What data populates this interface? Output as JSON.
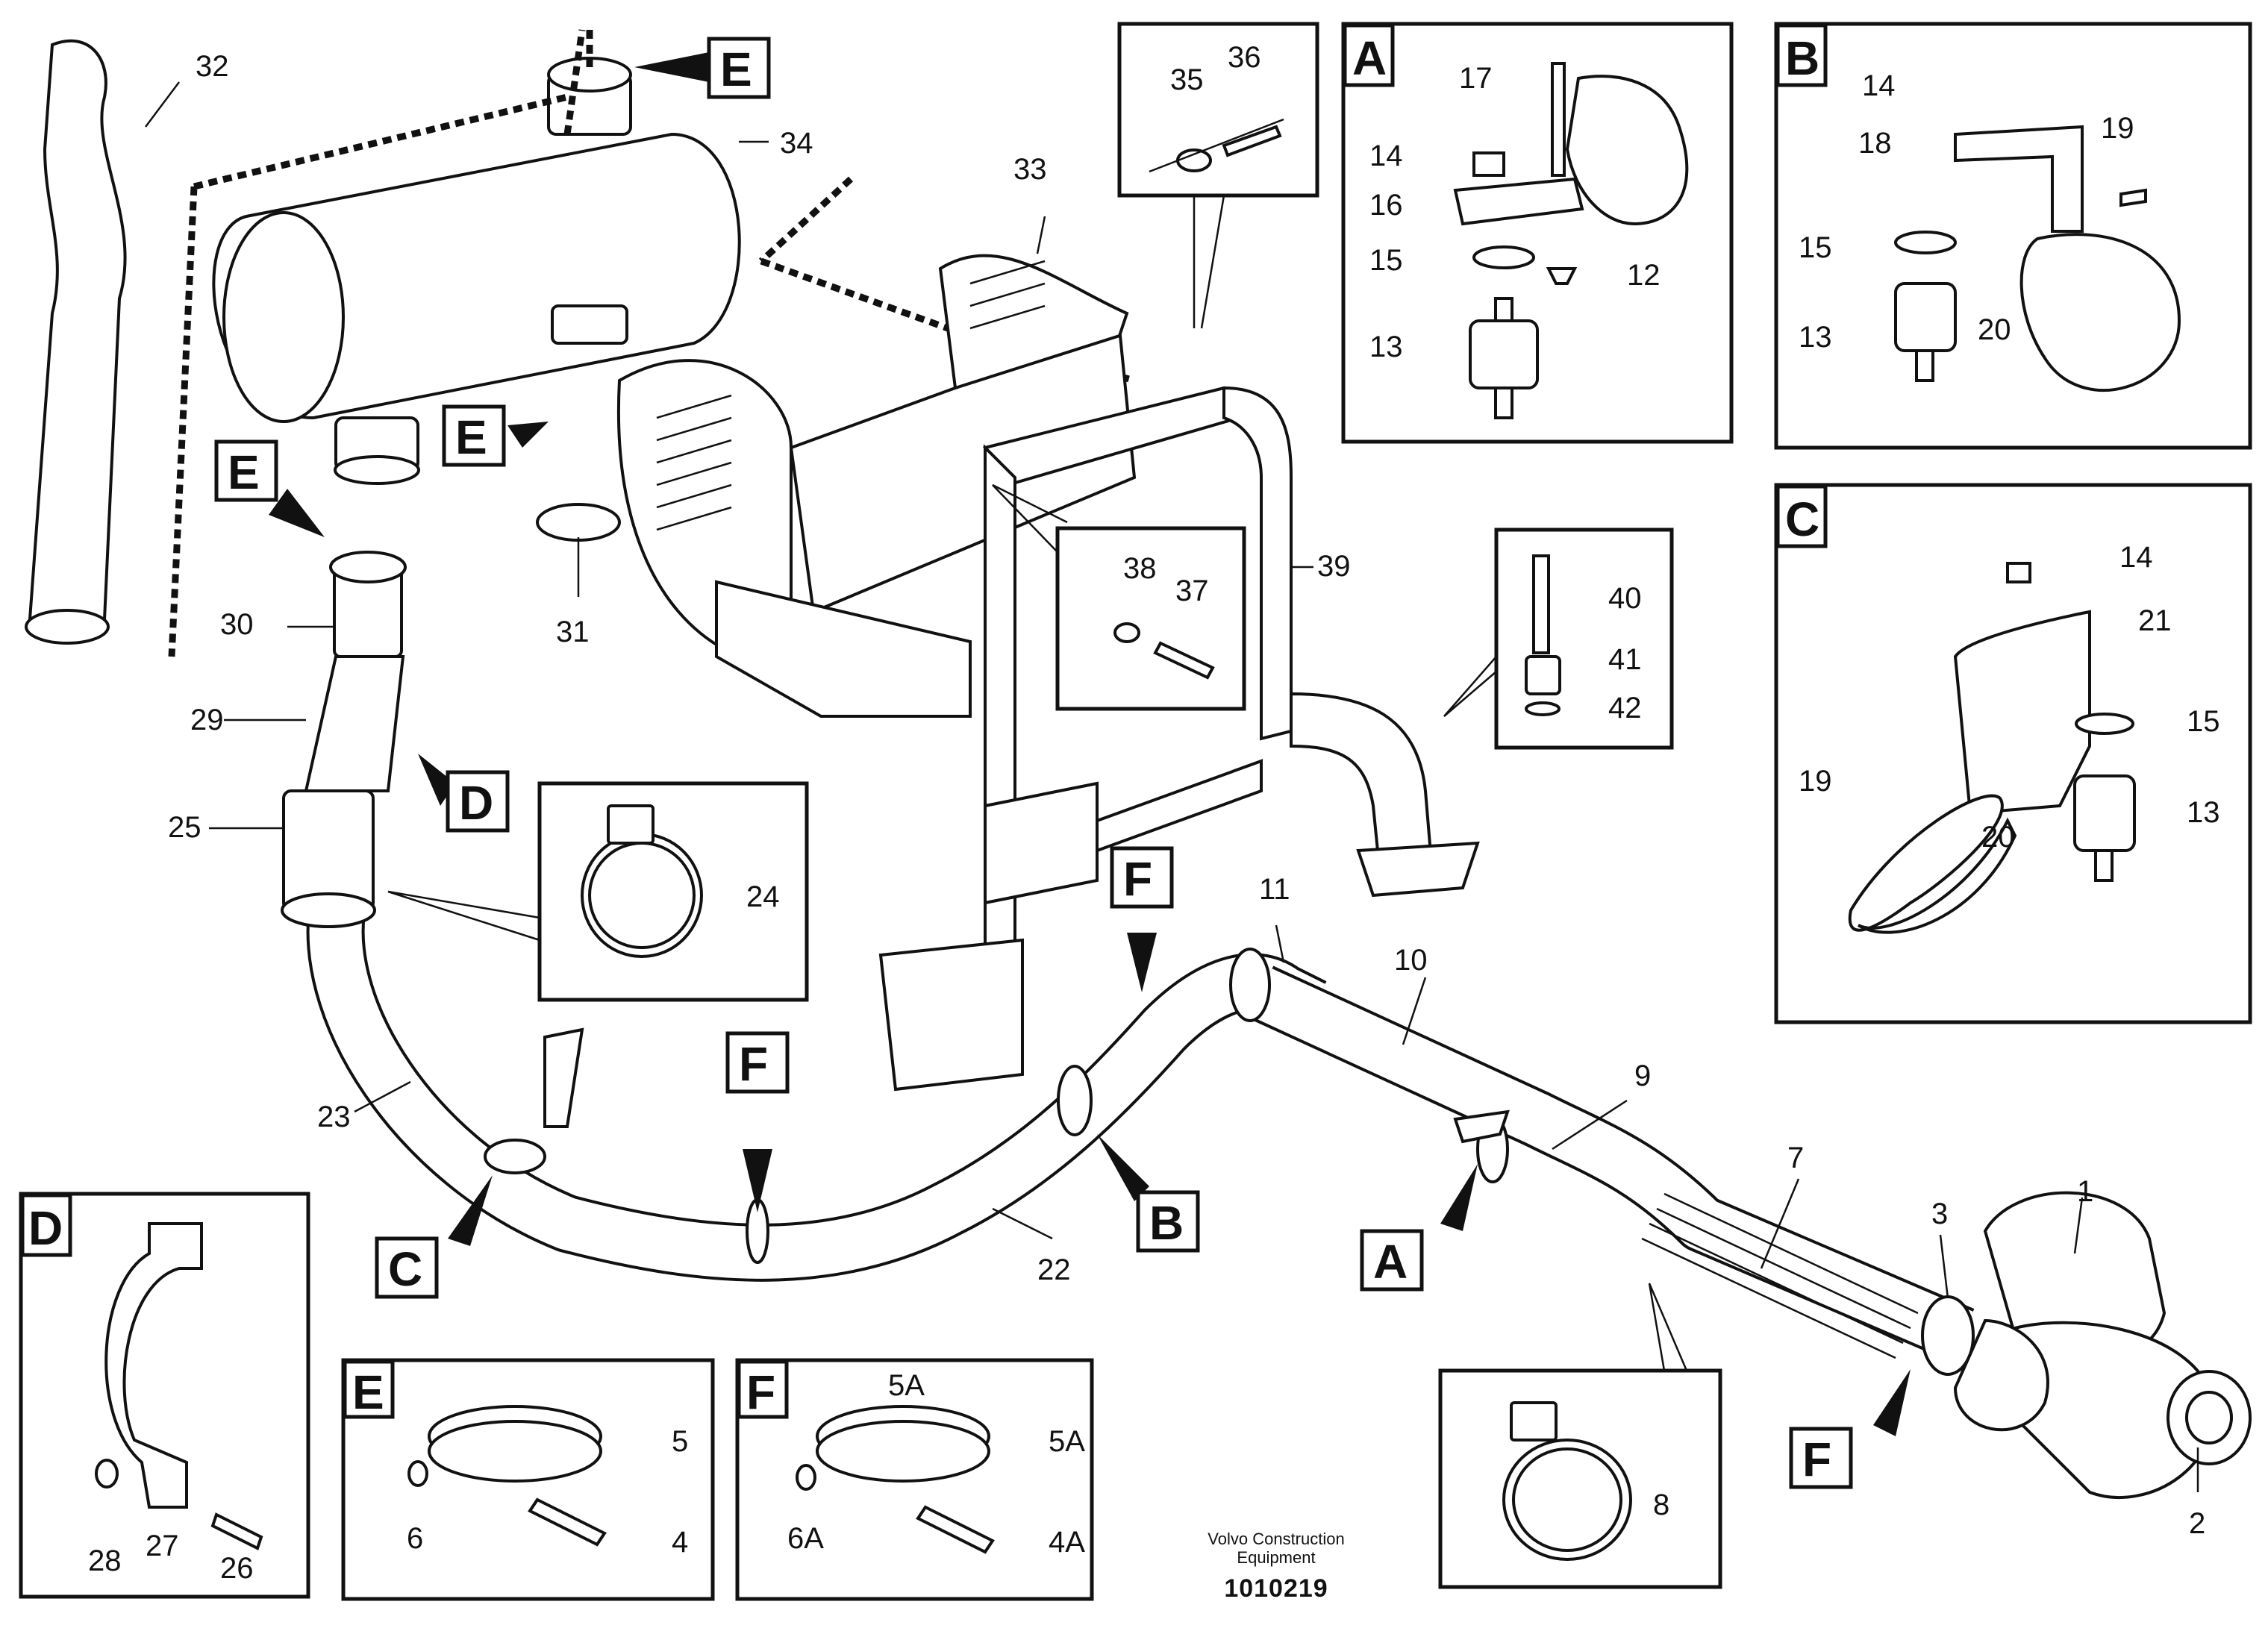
{
  "callouts": {
    "c1": "1",
    "c2": "2",
    "c3": "3",
    "c4": "4",
    "c4a": "4A",
    "c5": "5",
    "c5a_top": "5A",
    "c5a_side": "5A",
    "c6": "6",
    "c6a": "6A",
    "c7": "7",
    "c8": "8",
    "c9": "9",
    "c10": "10",
    "c11": "11",
    "a12": "12",
    "a13": "13",
    "a14": "14",
    "a15": "15",
    "a16": "16",
    "a17": "17",
    "b13": "13",
    "b14": "14",
    "b15": "15",
    "b18": "18",
    "b19": "19",
    "b20": "20",
    "cc13": "13",
    "cc14": "14",
    "cc15": "15",
    "cc19": "19",
    "cc20": "20",
    "cc21": "21",
    "c22": "22",
    "c23": "23",
    "c24": "24",
    "c25": "25",
    "c26": "26",
    "c27": "27",
    "c28": "28",
    "c29": "29",
    "c30": "30",
    "c31": "31",
    "c32": "32",
    "c33": "33",
    "c34": "34",
    "c35": "35",
    "c36": "36",
    "c37": "37",
    "c38": "38",
    "c39": "39",
    "c40": "40",
    "c41": "41",
    "c42": "42"
  },
  "detail_letters": {
    "box_a": "A",
    "box_b": "B",
    "box_c": "C",
    "box_d": "D",
    "box_e": "E",
    "box_f": "F",
    "ref_a": "A",
    "ref_b": "B",
    "ref_c": "C",
    "ref_d": "D",
    "ref_e1": "E",
    "ref_e2": "E",
    "ref_e3": "E",
    "ref_f1": "F",
    "ref_f2": "F",
    "ref_f3": "F"
  },
  "maker": {
    "line1": "Volvo Construction",
    "line2": "Equipment"
  },
  "doc_number": "1010219"
}
